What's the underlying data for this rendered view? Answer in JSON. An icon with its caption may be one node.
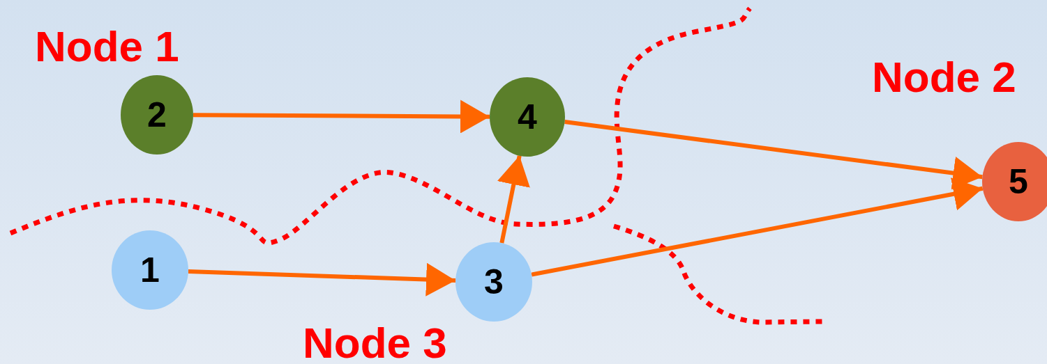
{
  "diagram": {
    "nodes": [
      {
        "text": [
          "2"
        ]
      },
      {
        "text": [
          "4"
        ]
      },
      {
        "text": [
          "5"
        ]
      },
      {
        "text": [
          "1"
        ]
      },
      {
        "text": [
          "3"
        ]
      }
    ],
    "edges": [
      {
        "from": 0,
        "to": 1,
        "arrow": "to"
      },
      {
        "from": 1,
        "to": 2,
        "arrow": "to"
      },
      {
        "from": 3,
        "to": 4,
        "arrow": "to"
      },
      {
        "from": 4,
        "to": 1,
        "arrow": "to"
      },
      {
        "from": 4,
        "to": 2,
        "arrow": "to"
      }
    ],
    "labels": [
      "Node 1",
      "Node 2",
      "Node 3"
    ]
  }
}
